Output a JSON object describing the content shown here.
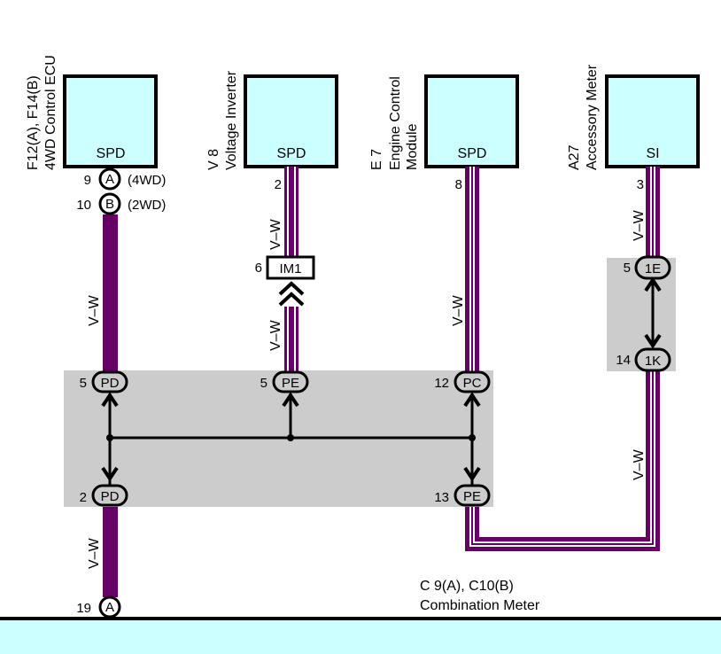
{
  "colors": {
    "component_fill": "#ccffff",
    "wire": "#660066",
    "splice_box": "#cccccc",
    "outline": "#000000"
  },
  "components": [
    {
      "id": "4wd-ecu",
      "code": "F12(A), F14(B)",
      "name": "4WD Control ECU",
      "name_line2": "",
      "terminal_label": "SPD"
    },
    {
      "id": "voltage-inverter",
      "code": "V 8",
      "name": "Voltage Inverter",
      "name_line2": "",
      "terminal_label": "SPD"
    },
    {
      "id": "engine-control-module",
      "code": "E 7",
      "name": "Engine Control",
      "name_line2": "Module",
      "terminal_label": "SPD"
    },
    {
      "id": "accessory-meter",
      "code": "A27",
      "name": "Accessory Meter",
      "name_line2": "",
      "terminal_label": "SI"
    }
  ],
  "pins": {
    "ecu_a": {
      "num": "9",
      "conn": "A",
      "note": "(4WD)"
    },
    "ecu_b": {
      "num": "10",
      "conn": "B",
      "note": "(2WD)"
    },
    "inverter": {
      "num": "2"
    },
    "ecm": {
      "num": "8"
    },
    "meter": {
      "num": "3"
    }
  },
  "wire_color": "V–W",
  "connectors": {
    "im1": {
      "num": "6",
      "label": "IM1"
    },
    "e1": {
      "num": "5",
      "label": "1E"
    },
    "k1": {
      "num": "14",
      "label": "1K"
    },
    "pd_top": {
      "num": "5",
      "label": "PD"
    },
    "pe_top": {
      "num": "5",
      "label": "PE"
    },
    "pc_top": {
      "num": "12",
      "label": "PC"
    },
    "pd_bot": {
      "num": "2",
      "label": "PD"
    },
    "pe_bot": {
      "num": "13",
      "label": "PE"
    },
    "a19": {
      "num": "19",
      "label": "A"
    }
  },
  "combination_meter": {
    "code": "C 9(A), C10(B)",
    "name": "Combination Meter"
  }
}
